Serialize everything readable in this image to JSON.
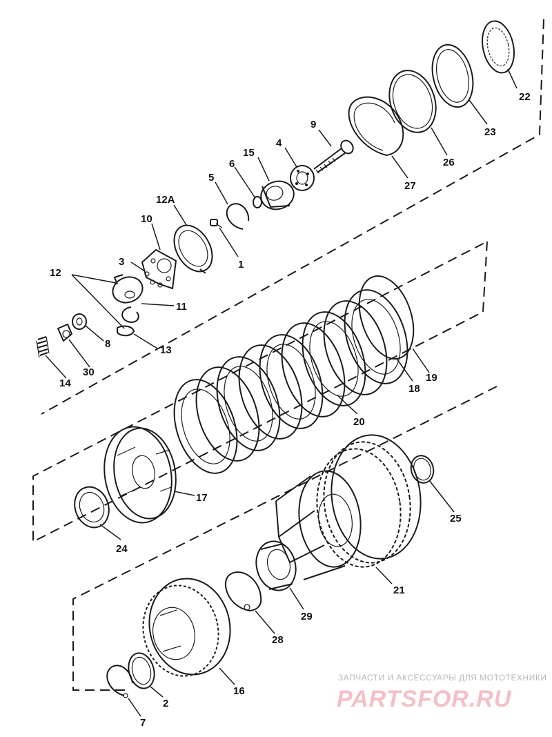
{
  "labels": {
    "p1": "1",
    "p2": "2",
    "p3": "3",
    "p4": "4",
    "p5": "5",
    "p6": "6",
    "p7": "7",
    "p8": "8",
    "p9": "9",
    "p10": "10",
    "p11": "11",
    "p12": "12",
    "p12a": "12A",
    "p13": "13",
    "p14": "14",
    "p15": "15",
    "p16": "16",
    "p17": "17",
    "p18": "18",
    "p19": "19",
    "p20": "20",
    "p21": "21",
    "p22": "22",
    "p23": "23",
    "p24": "24",
    "p25": "25",
    "p26": "26",
    "p27": "27",
    "p28": "28",
    "p29": "29",
    "p30": "30"
  },
  "watermark": {
    "caption": "ЗАПЧАСТИ И АКСЕССУАРЫ ДЛЯ МОТОТЕХНИКИ",
    "logo": "PARTSFOR.RU"
  }
}
